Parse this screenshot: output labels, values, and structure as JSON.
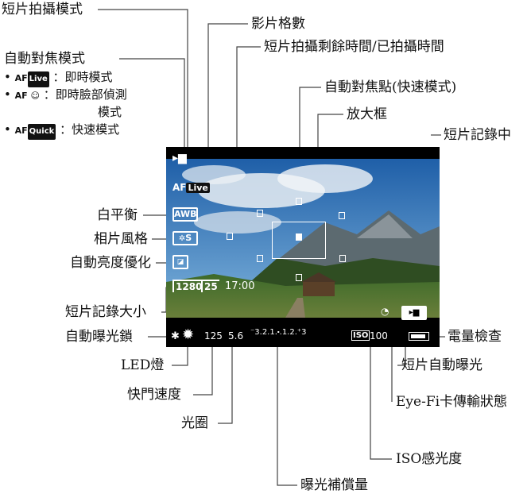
{
  "labels": {
    "movie_shooting_mode": "短片拍攝模式",
    "frame_rate": "影片格數",
    "remaining_time": "短片拍攝剩餘時間/已拍攝時間",
    "af_mode": "自動對焦模式",
    "af_point": "自動對焦點(快速模式)",
    "magnify_frame": "放大框",
    "recording": "短片記錄中",
    "white_balance": "白平衡",
    "picture_style": "相片風格",
    "auto_lighting_optimizer": "自動亮度優化",
    "movie_rec_size": "短片記錄大小",
    "ae_lock": "自動曝光鎖",
    "led_light": "LED燈",
    "battery_check": "電量檢查",
    "movie_auto_exposure": "短片自動曝光",
    "shutter_speed": "快門速度",
    "aperture": "光圈",
    "eyefi_status": "Eye-Fi卡傳輸狀態",
    "iso_speed": "ISO感光度",
    "exposure_compensation": "曝光補償量"
  },
  "af_modes": [
    {
      "prefix": "AF",
      "badge": "Live",
      "text": "：即時模式"
    },
    {
      "prefix": "AF",
      "badge": "☺",
      "text": "：即時臉部偵測"
    },
    {
      "prefix": "AF",
      "badge": "Quick",
      "text": "：快速模式"
    }
  ],
  "af_modes_cont": "模式",
  "screen": {
    "af_badge": "Live",
    "wb": "AWB",
    "style": "S",
    "rec_size": "1280",
    "fps": "25",
    "time": "17:00",
    "shutter": "125",
    "aperture": "5.6",
    "exp_scale": "⁻3.2.1.⬝.1.2.⁺3",
    "iso_label": "ISO",
    "iso_value": "100"
  }
}
